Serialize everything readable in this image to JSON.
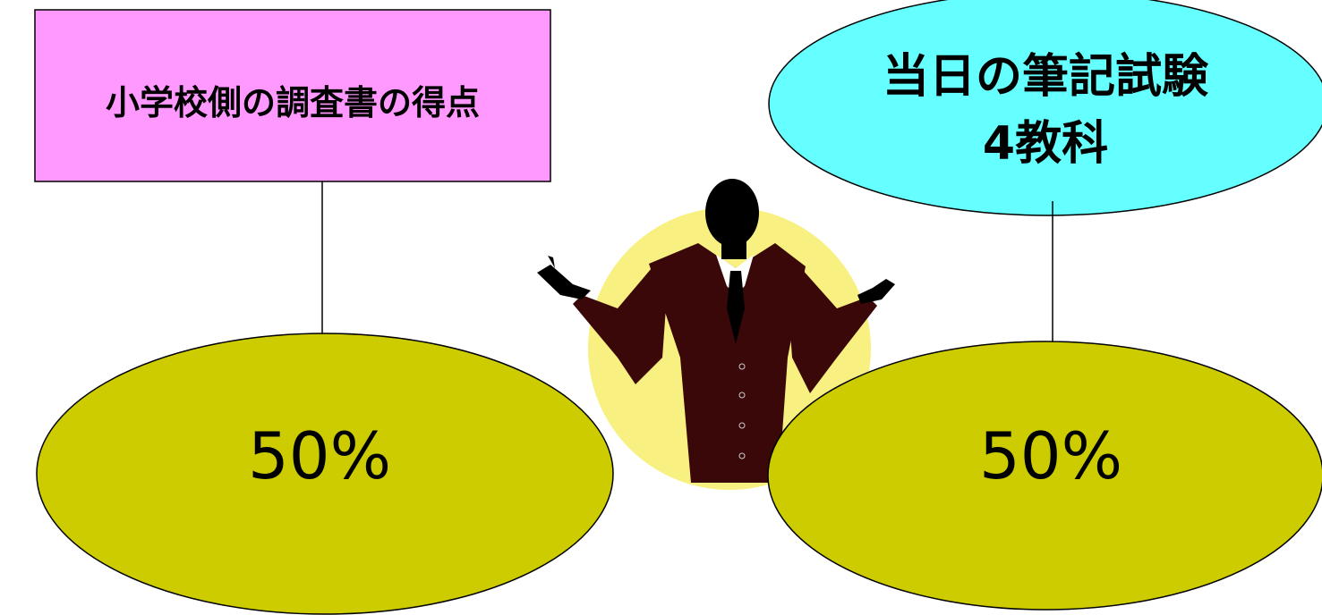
{
  "left_box": {
    "label": "小学校側の調査書の得点",
    "fill": "#ff99ff"
  },
  "right_ellipse": {
    "line1": "当日の筆記試験",
    "line2": "4教科",
    "fill": "#66ffff"
  },
  "left_result": {
    "label": "50%",
    "fill": "#cccc00"
  },
  "right_result": {
    "label": "50%",
    "fill": "#cccc00"
  },
  "figure": {
    "icon": "shrugging-businessman-icon",
    "halo_fill": "#f8f080",
    "suit_fill": "#3a0808"
  }
}
